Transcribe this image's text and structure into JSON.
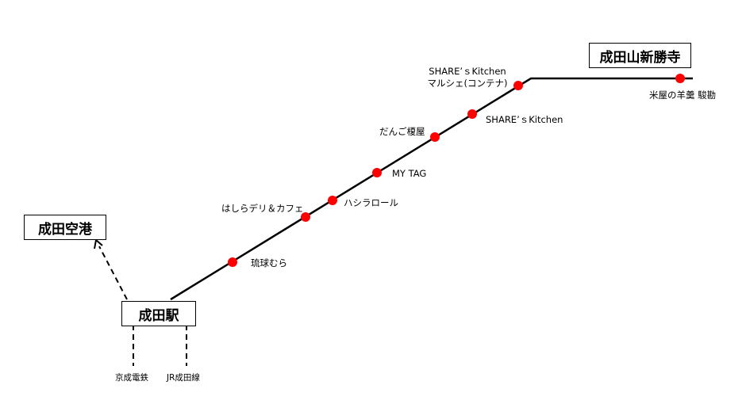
{
  "stations": {
    "narita_station": "成田駅",
    "narita_airport": "成田空港",
    "shinshoji": "成田山新勝寺"
  },
  "rail_lines": {
    "keisei": "京成電鉄",
    "jr": "JR成田線"
  },
  "spots": [
    {
      "name": "琉球むら"
    },
    {
      "name": "はしらデリ＆カフェ"
    },
    {
      "name": "ハシラロール"
    },
    {
      "name": "MY TAG"
    },
    {
      "name": "だんご榎屋"
    },
    {
      "name": "SHARE’ｓKitchen"
    },
    {
      "name": "SHARE’ｓKitchen",
      "sub": "マルシェ(コンテナ)"
    },
    {
      "name": "米屋の羊羹 駿勘"
    }
  ],
  "colors": {
    "spot_marker": "#ff0000",
    "line": "#000000"
  }
}
